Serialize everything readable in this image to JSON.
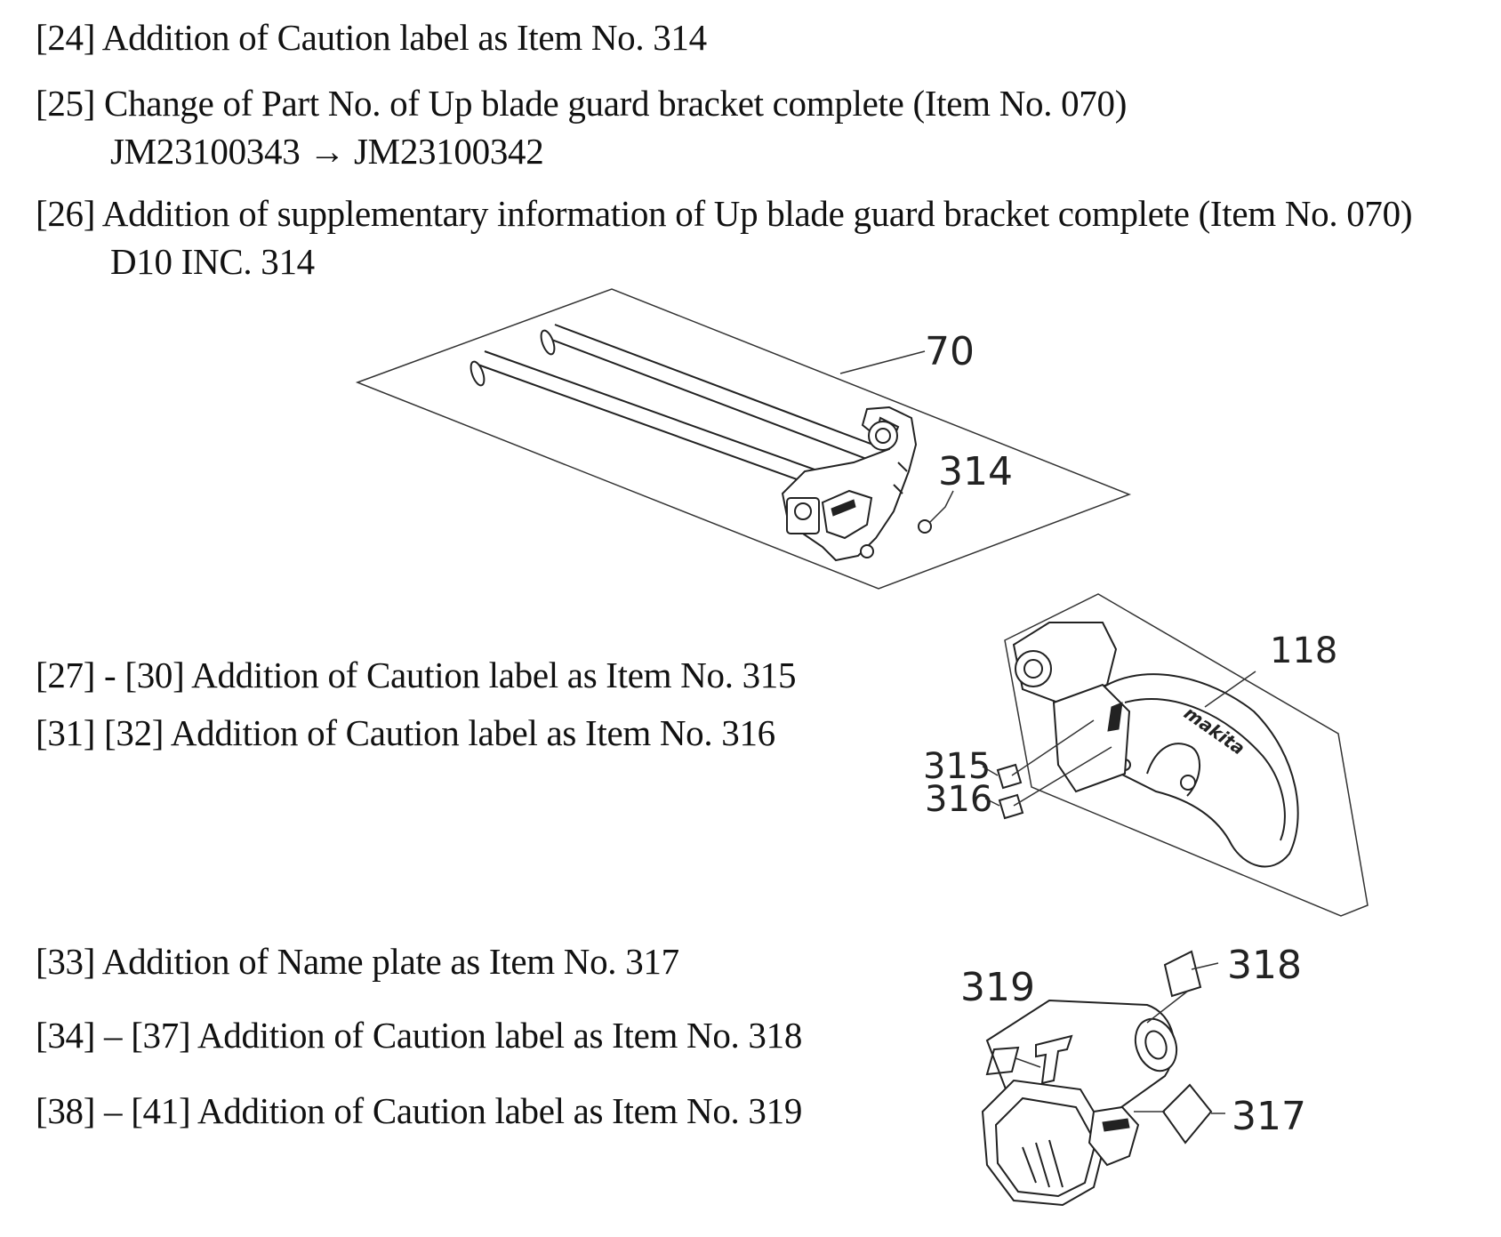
{
  "lines": {
    "l24": "[24] Addition of Caution label as Item No. 314",
    "l25": "[25] Change of Part No. of Up blade guard bracket complete (Item No. 070)",
    "l25b": "JM23100343  →  JM23100342",
    "l26": "[26] Addition of supplementary information of Up blade guard bracket complete (Item No. 070)",
    "l26b": "D10 INC. 314",
    "l27": "[27] - [30] Addition of Caution label as Item No. 315",
    "l31": "[31] [32] Addition of Caution label as Item No. 316",
    "l33": "[33] Addition of Name plate as Item No. 317",
    "l34": "[34] – [37] Addition of Caution label as Item No. 318",
    "l38": "[38] – [41] Addition of Caution label as Item No. 319"
  },
  "callouts": {
    "c70": "70",
    "c314": "314",
    "c118": "118",
    "c315": "315",
    "c316": "316",
    "c318": "318",
    "c319": "319",
    "c317": "317",
    "brand": "makita"
  }
}
